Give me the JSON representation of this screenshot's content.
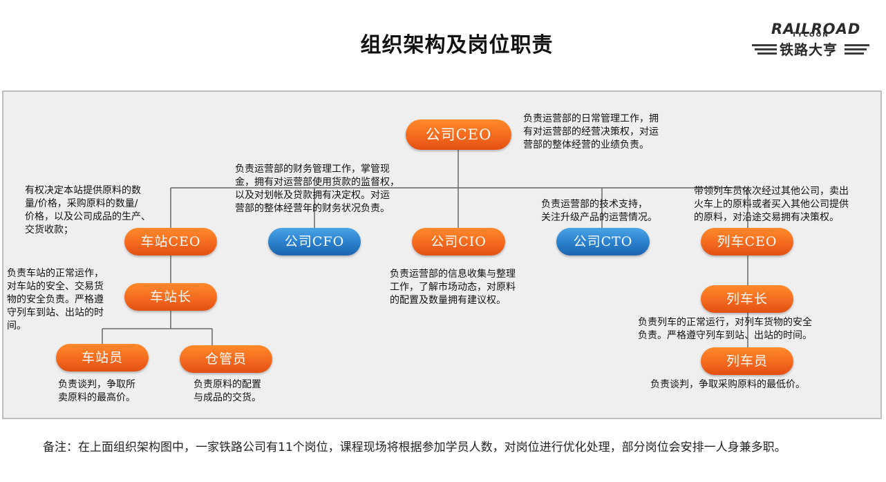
{
  "title": "组织架构及岗位职责",
  "logo": {
    "en": "RAILROAD",
    "en_small": "TYCOON",
    "cn": "铁路大亨"
  },
  "nodes": {
    "company_ceo": "公司CEO",
    "station_ceo": "车站CEO",
    "company_cfo": "公司CFO",
    "company_cio": "公司CIO",
    "company_cto": "公司CTO",
    "train_ceo": "列车CEO",
    "station_master": "车站长",
    "station_staff": "车站员",
    "warehouse_keeper": "仓管员",
    "conductor": "列车长",
    "train_staff": "列车员"
  },
  "descriptions": {
    "company_ceo": "负责运营部的日常管理工作，拥\n有对运营部的经营决策权，对运\n营部的整体经营的业绩负责。",
    "company_cfo": "负责运营部的财务管理工作，掌管现\n金，拥有对运营部使用货款的监督权，\n以及对划帐及贷款拥有决定权。对运\n营部的整体经营年的财务状况负责。",
    "station_ceo": "有权决定本站提供原料的数\n量/价格，采购原料的数量/\n价格，以及公司成品的生产、\n交货收款；",
    "company_cto": "负责运营部的技术支持，\n关注升级产品的运营情况。",
    "train_ceo": "带领列车员依次经过其他公司，卖出\n火车上的原料或者买入其他公司提供\n的原料，对沿途交易拥有决策权。",
    "station_master": "负责车站的正常运作，\n对车站的安全、交易货\n物的安全负责。严格遵\n守列车到站、出站的时\n间。",
    "company_cio": "负责运营部的信息收集与整理\n工作，了解市场动态，对原料\n的配置及数量拥有建议权。",
    "conductor": "负责列车的正常运行，对列车货物的安全\n负责。严格遵守列车到站、出站的时间。",
    "station_staff": "负责谈判，争取所\n卖原料的最高价。",
    "warehouse_keeper": "负责原料的配置\n与成品的交货。",
    "train_staff": "负责谈判，争取采购原料的最低价。"
  },
  "note": "备注：在上面组织架构图中，一家铁路公司有11个岗位，课程现场将根据参加学员人数，对岗位进行优化处理，部分岗位会安排一人身兼多职。",
  "colors": {
    "orange": "#f46a1f",
    "blue": "#2a7fcc",
    "line": "#666666"
  }
}
